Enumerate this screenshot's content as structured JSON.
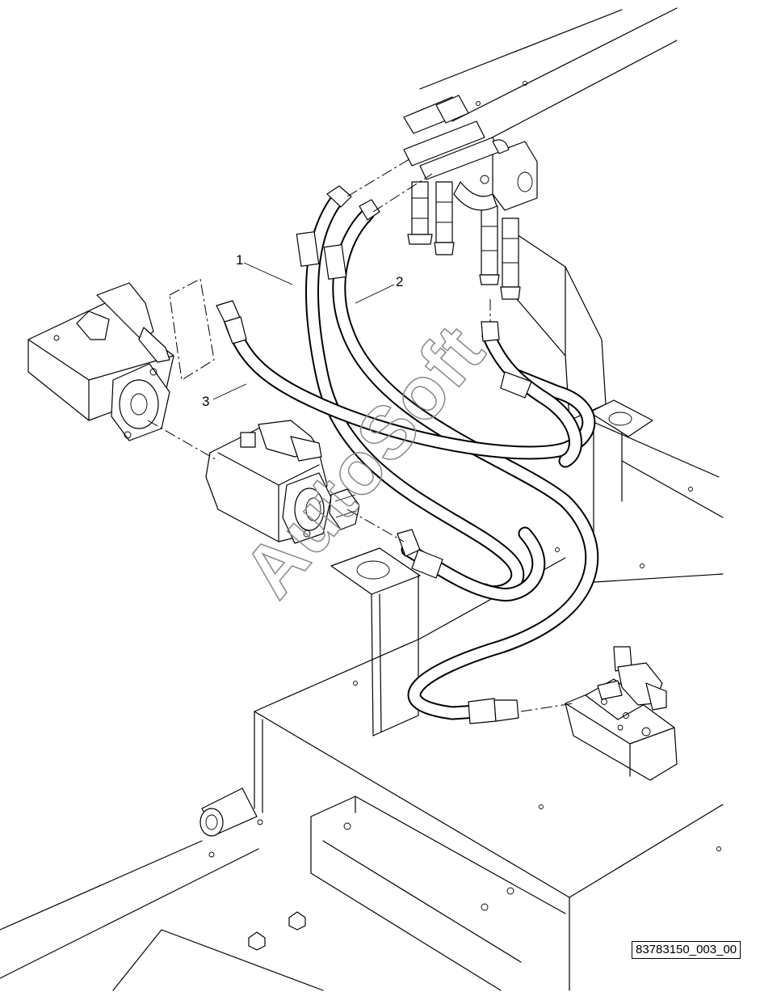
{
  "callouts": [
    "1",
    "2",
    "3"
  ],
  "watermark_text": "AutoSoft",
  "reference_number": "83783150_003_00"
}
